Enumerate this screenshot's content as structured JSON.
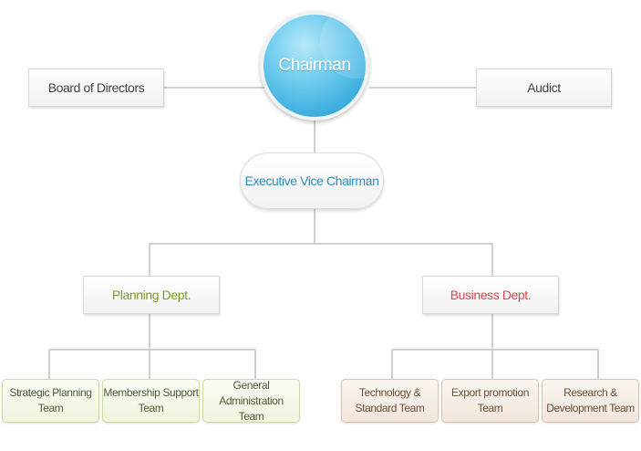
{
  "chairman": "Chairman",
  "board": "Board of Directors",
  "audit": "Audict",
  "executive_vice_chairman": "Executive Vice Chairman",
  "departments": {
    "planning": {
      "label": "Planning Dept.",
      "color": "#7c9d25",
      "teams": [
        "Strategic Planning\nTeam",
        "Membership Support\nTeam",
        "General Administration\nTeam"
      ]
    },
    "business": {
      "label": "Business Dept.",
      "color": "#d4474f",
      "teams": [
        "Technology &\nStandard Team",
        "Export promotion\nTeam",
        "Research &\nDevelopment Team"
      ]
    }
  },
  "colors": {
    "chairman_fill": "#35a9dc",
    "evc_text": "#2b8cc2",
    "connector": "#d0d0d0",
    "planning_team_border": "#c9dca8",
    "business_team_border": "#d8c4b2"
  }
}
